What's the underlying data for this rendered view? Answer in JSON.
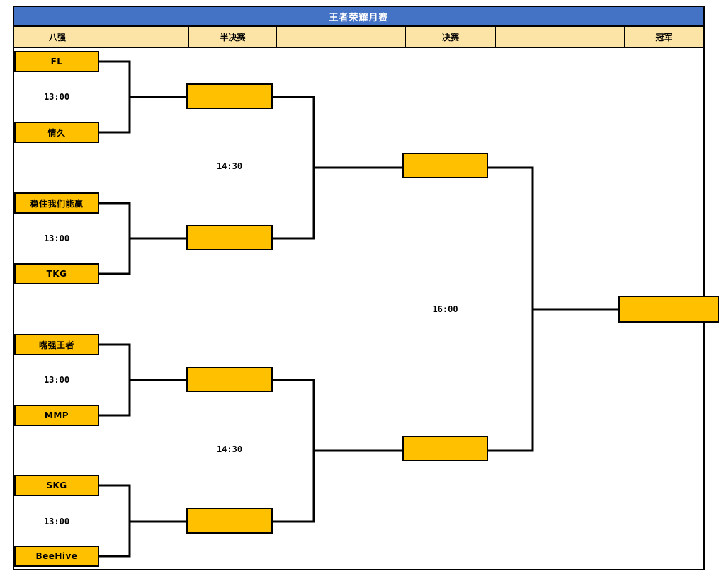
{
  "title": "王者荣耀月赛",
  "colors": {
    "title_bar": "#4472C4",
    "header_cell": "#FCE4A6",
    "slot": "#FFC000",
    "line": "#000000",
    "text": "#000000",
    "title_text": "#FFFFFF"
  },
  "round_headers": [
    {
      "label": "八强"
    },
    {
      "label": ""
    },
    {
      "label": "半决赛"
    },
    {
      "label": ""
    },
    {
      "label": "决赛"
    },
    {
      "label": ""
    },
    {
      "label": "冠军"
    }
  ],
  "rounds": {
    "quarterfinals": {
      "label": "八强",
      "matches": [
        {
          "time": "13:00",
          "teams": [
            "FL",
            "情久"
          ]
        },
        {
          "time": "13:00",
          "teams": [
            "稳住我们能赢",
            "TKG"
          ]
        },
        {
          "time": "13:00",
          "teams": [
            "嘴强王者",
            "MMP"
          ]
        },
        {
          "time": "13:00",
          "teams": [
            "SKG",
            "BeeHive"
          ]
        }
      ]
    },
    "semifinals": {
      "label": "半决赛",
      "matches": [
        {
          "time": "14:30",
          "teams": [
            "",
            ""
          ]
        },
        {
          "time": "14:30",
          "teams": [
            "",
            ""
          ]
        }
      ]
    },
    "final": {
      "label": "决赛",
      "matches": [
        {
          "time": "16:00",
          "teams": [
            "",
            ""
          ]
        }
      ]
    },
    "champion": {
      "label": "冠军",
      "winner": ""
    }
  },
  "slots": {
    "qf1_top": "FL",
    "qf1_bottom": "情久",
    "qf1_time": "13:00",
    "qf2_top": "稳住我们能赢",
    "qf2_bottom": "TKG",
    "qf2_time": "13:00",
    "qf3_top": "嘴强王者",
    "qf3_bottom": "MMP",
    "qf3_time": "13:00",
    "qf4_top": "SKG",
    "qf4_bottom": "BeeHive",
    "qf4_time": "13:00",
    "sf1_top": "",
    "sf1_bottom": "",
    "sf1_time": "14:30",
    "sf2_top": "",
    "sf2_bottom": "",
    "sf2_time": "14:30",
    "f_top": "",
    "f_bottom": "",
    "f_time": "16:00",
    "champion": ""
  }
}
